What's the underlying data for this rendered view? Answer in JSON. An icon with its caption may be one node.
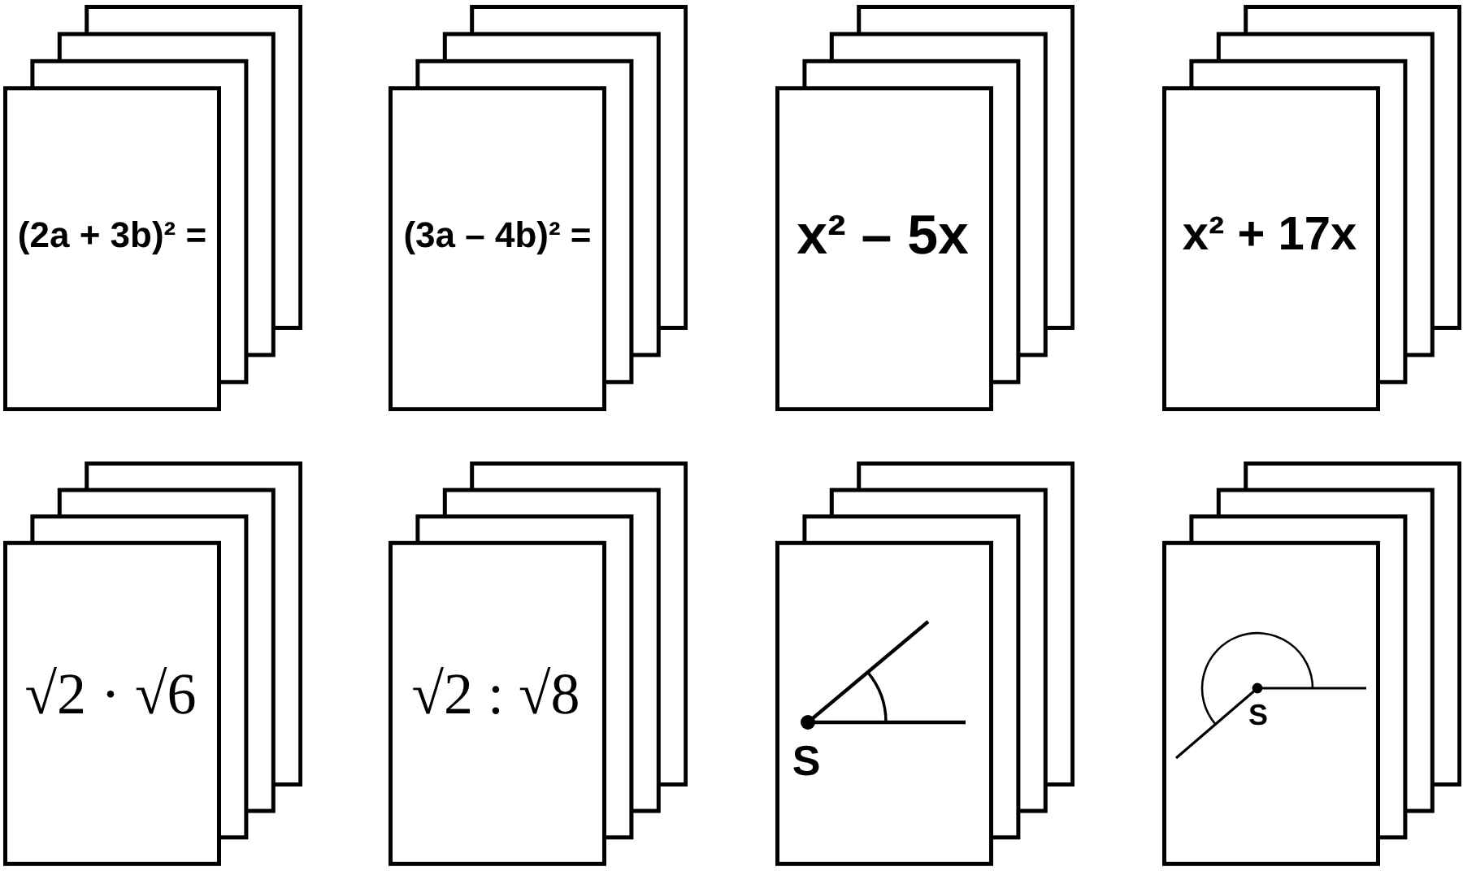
{
  "diagram": {
    "nodes": [
      {
        "text": [
          "(2a + 3b)² ="
        ]
      },
      {
        "text": [
          "(3a – 4b)² ="
        ]
      },
      {
        "text": [
          "x² – 5x"
        ]
      },
      {
        "text": [
          "x² + 17x"
        ]
      },
      {
        "text": [
          "√2 · √6"
        ]
      },
      {
        "text": [
          "√2 : √8"
        ]
      },
      {
        "text": [
          "S"
        ]
      },
      {
        "text": [
          "S"
        ]
      }
    ]
  }
}
